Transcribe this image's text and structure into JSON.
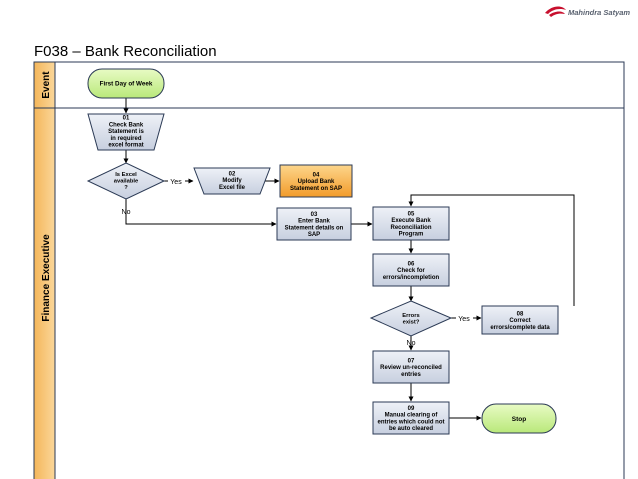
{
  "header": {
    "logo_text": "Mahindra Satyam",
    "title": "F038 – Bank Reconciliation"
  },
  "lanes": {
    "event": "Event",
    "finance": "Finance Executive"
  },
  "shapes": {
    "start": [
      "First Day of Week"
    ],
    "s01": [
      "01",
      "Check Bank",
      "Statement is",
      "in required",
      "excel format"
    ],
    "dec1": [
      "Is Excel",
      "available",
      "?"
    ],
    "s02": [
      "02",
      "Modify",
      "Excel file"
    ],
    "s04": [
      "04",
      "Upload Bank",
      "Statement on SAP"
    ],
    "s03": [
      "03",
      "Enter Bank",
      "Statement details on",
      "SAP"
    ],
    "s05": [
      "05",
      "Execute Bank",
      "Reconciliation",
      "Program"
    ],
    "s06": [
      "06",
      "Check for",
      "errors/incompletion"
    ],
    "dec2": [
      "Errors",
      "exist?"
    ],
    "s08": [
      "08",
      "Correct",
      "errors/complete data"
    ],
    "s07": [
      "07",
      "Review un-reconciled",
      "entries"
    ],
    "s09": [
      "09",
      "Manual clearing of",
      "entries which could not",
      "be auto cleared"
    ],
    "stop": [
      "Stop"
    ]
  },
  "connectors": {
    "yes1": "Yes",
    "no1": "No",
    "yes2": "Yes",
    "no2": "No"
  },
  "colors": {
    "start_fill": "#d6f5a6",
    "process_fill": "#dde3ee",
    "highlight_fill": "#f7b74a",
    "stroke": "#2b3a55",
    "lane_fill": "#f7c97a",
    "title": "#000000"
  }
}
